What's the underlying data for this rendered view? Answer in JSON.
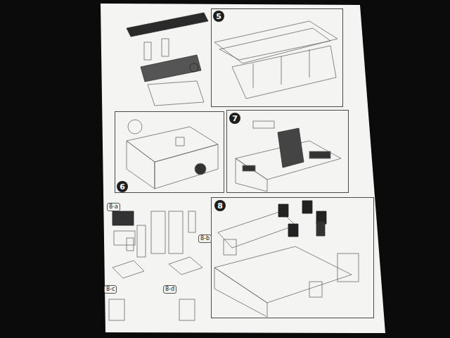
{
  "diagram": {
    "nodes": [
      {
        "text": [
          "5"
        ]
      },
      {
        "text": [
          "6"
        ]
      },
      {
        "text": [
          "7"
        ]
      },
      {
        "text": [
          "8"
        ]
      }
    ],
    "labels": [
      "8-a",
      "8-b",
      "8-c",
      "8-d"
    ]
  }
}
